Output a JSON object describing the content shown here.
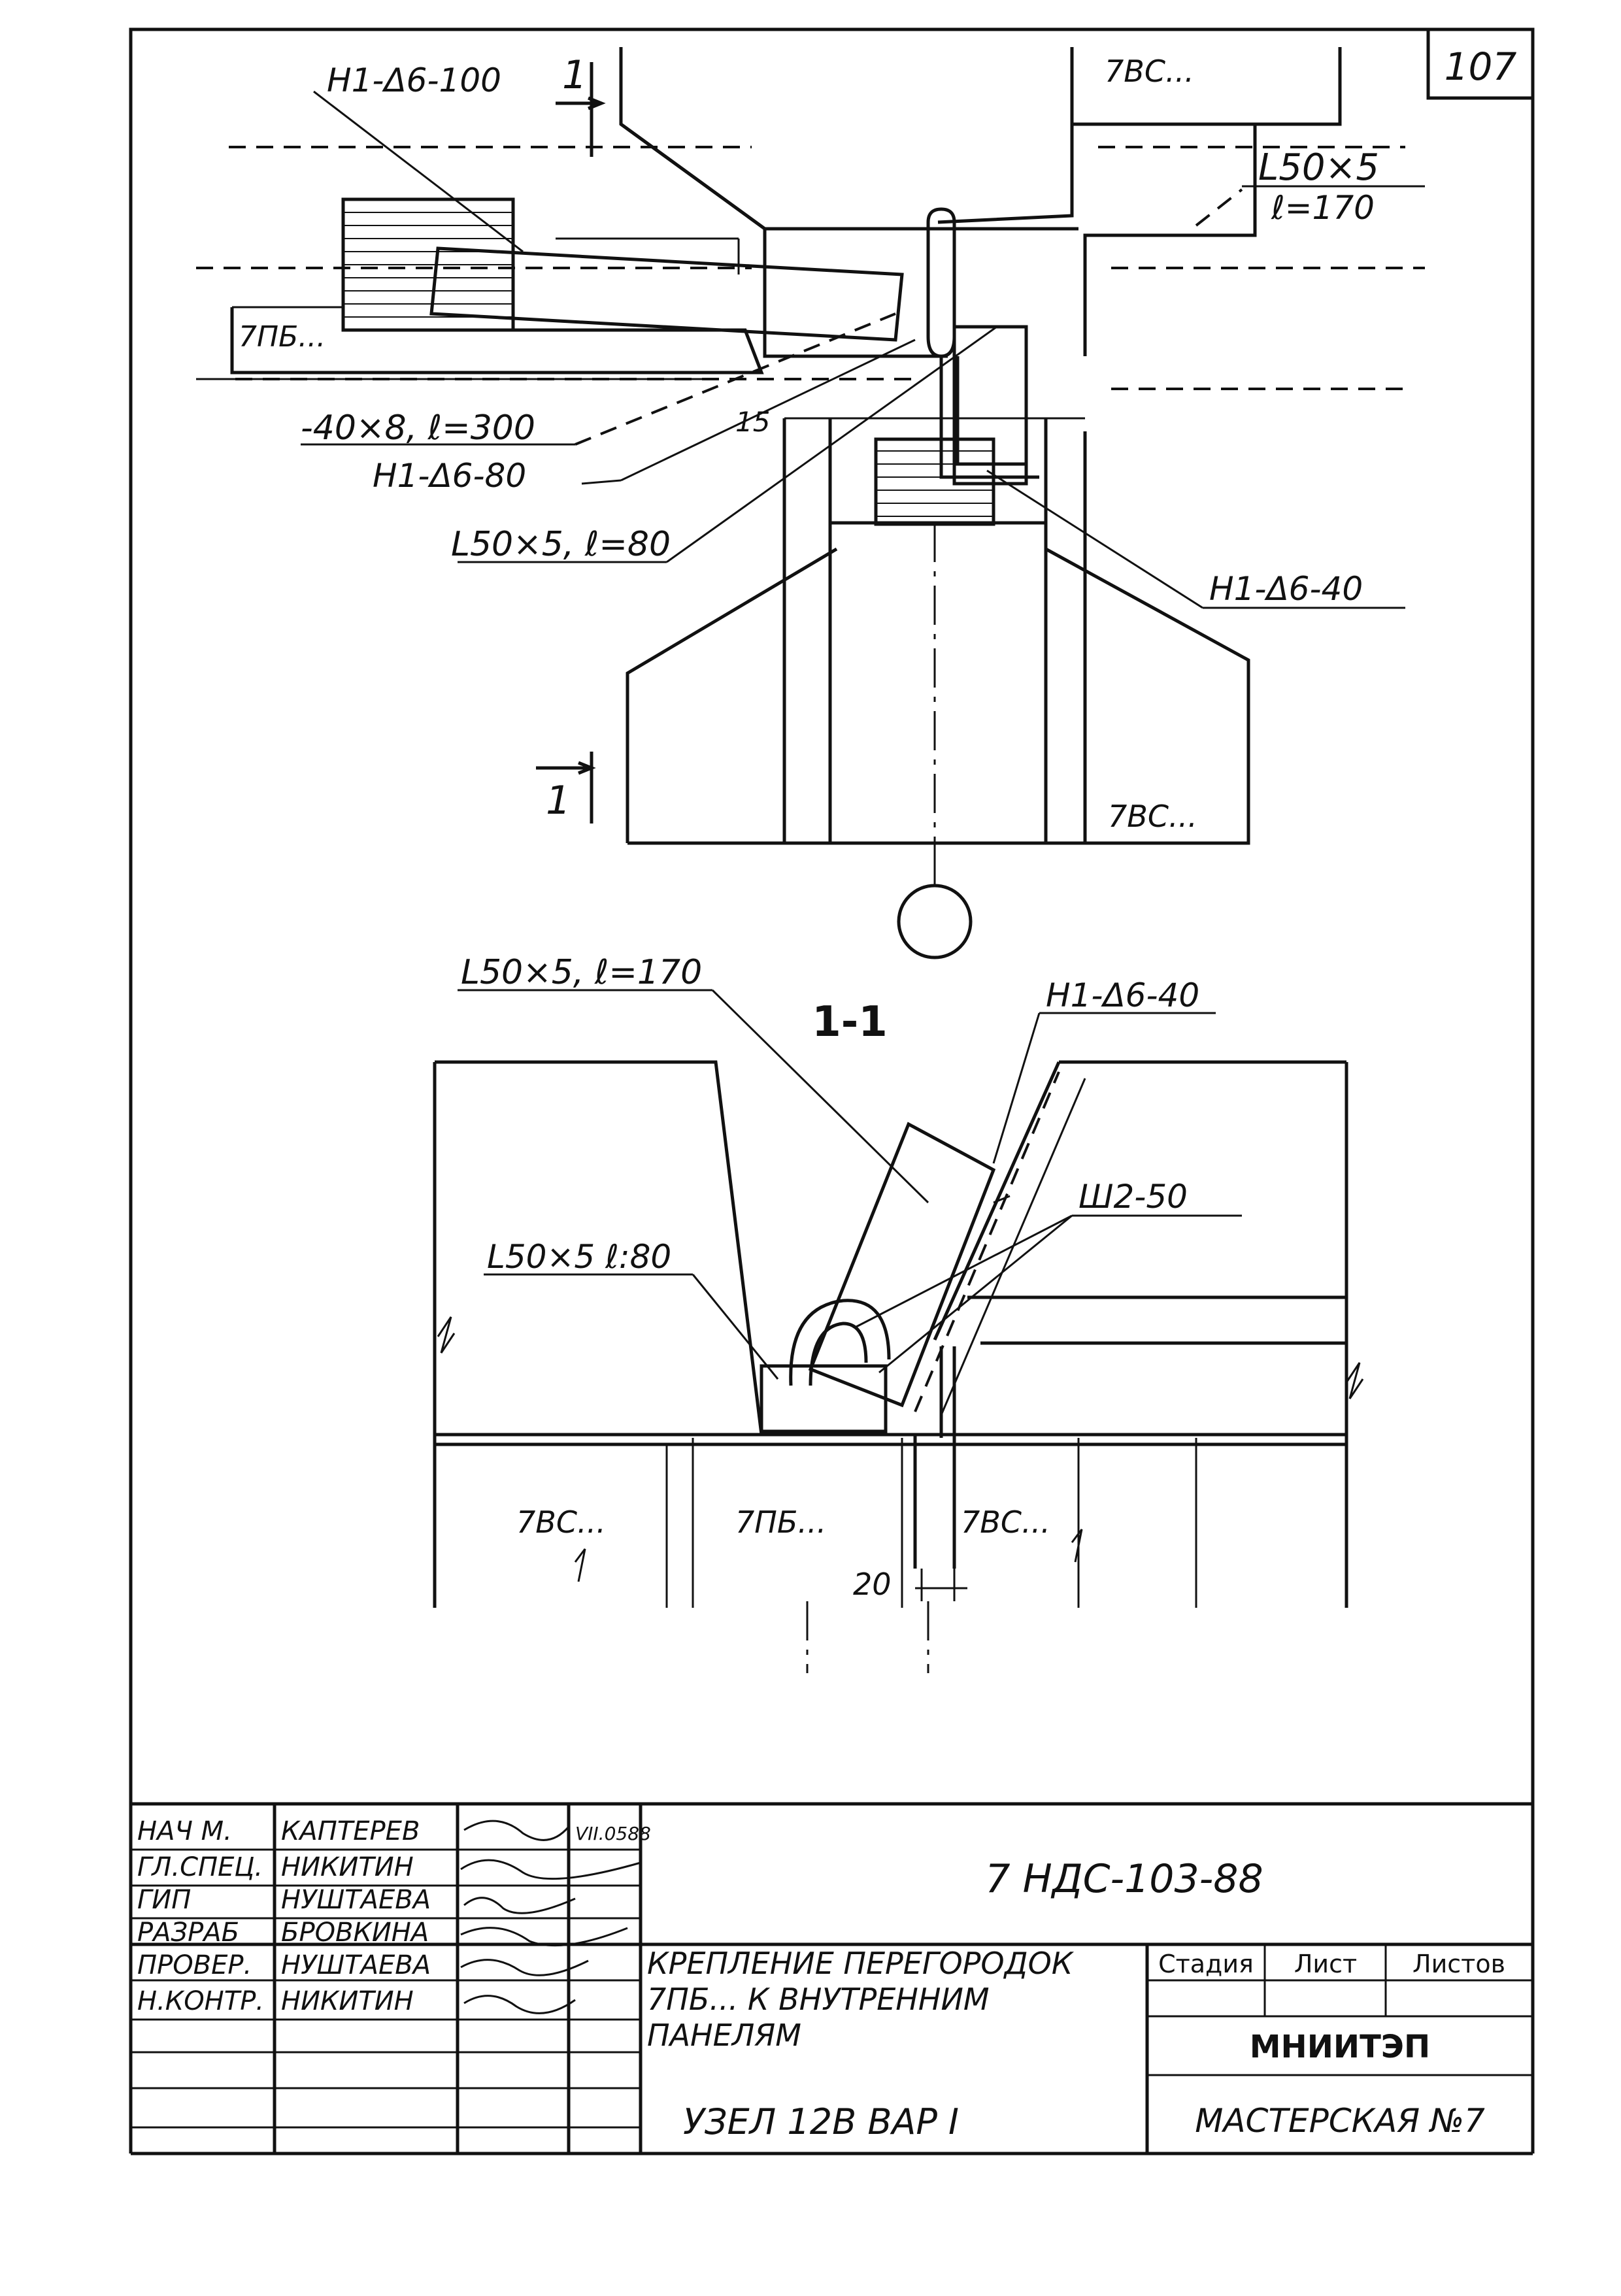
{
  "sheet": {
    "number": "107"
  },
  "plan": {
    "labels": {
      "h1_100": "Н1-Δ6-100",
      "cut_top": "1",
      "cut_bottom": "1",
      "vs_top": "7ВС...",
      "vs_bottom": "7ВС...",
      "angle_top": "L50×5",
      "angle_top_len": "ℓ=170",
      "pb_left": "7ПБ...",
      "strip": "-40×8, ℓ=300",
      "h1_80": "Н1-Δ6-80",
      "gap15": "15",
      "angle_80": "L50×5, ℓ=80",
      "h1_40": "Н1-Δ6-40"
    }
  },
  "section": {
    "title": "1-1",
    "labels": {
      "angle_170": "L50×5, ℓ=170",
      "h1_40": "Н1-Δ6-40",
      "sh": "Ш2-50",
      "angle_80": "L50×5 ℓ:80",
      "vs_left": "7ВС...",
      "pb": "7ПБ...",
      "vs_right": "7ВС...",
      "gap20": "20"
    }
  },
  "title_block": {
    "roles": [
      {
        "role": "НАЧ М.",
        "name": "КАПТЕРЕВ",
        "date": "VII.0588"
      },
      {
        "role": "ГЛ.СПЕЦ.",
        "name": "НИКИТИН",
        "date": ""
      },
      {
        "role": "ГИП",
        "name": "НУШТАЕВА",
        "date": ""
      },
      {
        "role": "РАЗРАБ",
        "name": "БРОВКИНА",
        "date": ""
      },
      {
        "role": "ПРОВЕР.",
        "name": "НУШТАЕВА",
        "date": ""
      },
      {
        "role": "Н.КОНТР.",
        "name": "НИКИТИН",
        "date": ""
      }
    ],
    "doc_code": "7 НДС-103-88",
    "description_lines": [
      "КРЕПЛЕНИЕ ПЕРЕГОРОДОК",
      "7ПБ... К ВНУТРЕННИМ",
      "ПАНЕЛЯМ"
    ],
    "node": "УЗЕЛ 12В ВАР I",
    "stage_label": "Стадия",
    "sheet_label": "Лист",
    "sheets_label": "Листов",
    "org": "МНИИТЭП",
    "workshop": "МАСТЕРСКАЯ №7"
  }
}
